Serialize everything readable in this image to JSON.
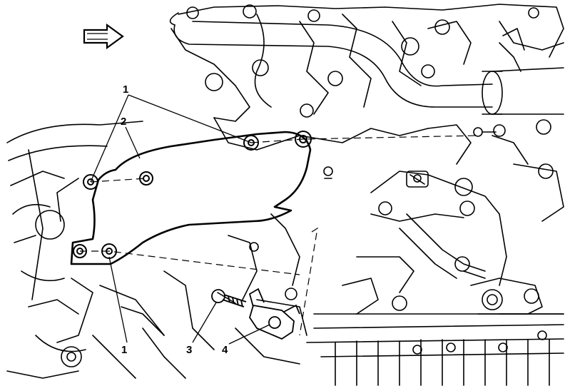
{
  "diagram": {
    "callouts": [
      {
        "id": "c1-top",
        "label": "1"
      },
      {
        "id": "c2",
        "label": "2"
      },
      {
        "id": "c1-bottom",
        "label": "1"
      },
      {
        "id": "c3",
        "label": "3"
      },
      {
        "id": "c4",
        "label": "4"
      }
    ],
    "direction_arrow": "arrow-right-icon",
    "colors": {
      "line": "#000000",
      "background": "#ffffff"
    }
  }
}
